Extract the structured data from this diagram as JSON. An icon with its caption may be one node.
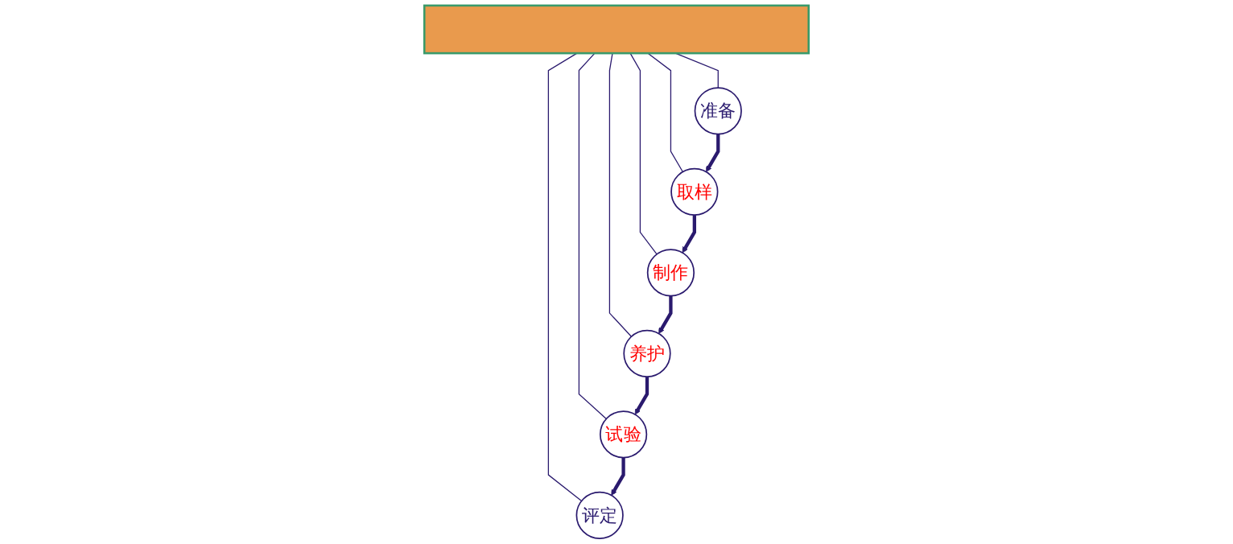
{
  "diagram": {
    "nodes": [
      {
        "text": [],
        "shape": "bar"
      },
      {
        "text": [
          "准备"
        ]
      },
      {
        "text": [
          "取样"
        ]
      },
      {
        "text": [
          "制作"
        ]
      },
      {
        "text": [
          "养护"
        ]
      },
      {
        "text": [
          "试验"
        ]
      },
      {
        "text": [
          "评定"
        ]
      }
    ],
    "edges": [
      {
        "from": 0,
        "to": 1,
        "arrow": "none"
      },
      {
        "from": 0,
        "to": 2,
        "arrow": "none"
      },
      {
        "from": 0,
        "to": 3,
        "arrow": "none"
      },
      {
        "from": 0,
        "to": 4,
        "arrow": "none"
      },
      {
        "from": 0,
        "to": 5,
        "arrow": "none"
      },
      {
        "from": 0,
        "to": 6,
        "arrow": "none"
      },
      {
        "from": 1,
        "to": 2,
        "arrow": "to",
        "style": "thick"
      },
      {
        "from": 2,
        "to": 3,
        "arrow": "to",
        "style": "thick"
      },
      {
        "from": 3,
        "to": 4,
        "arrow": "to",
        "style": "thick"
      },
      {
        "from": 4,
        "to": 5,
        "arrow": "to",
        "style": "thick"
      },
      {
        "from": 5,
        "to": 6,
        "arrow": "to",
        "style": "thick"
      }
    ]
  }
}
